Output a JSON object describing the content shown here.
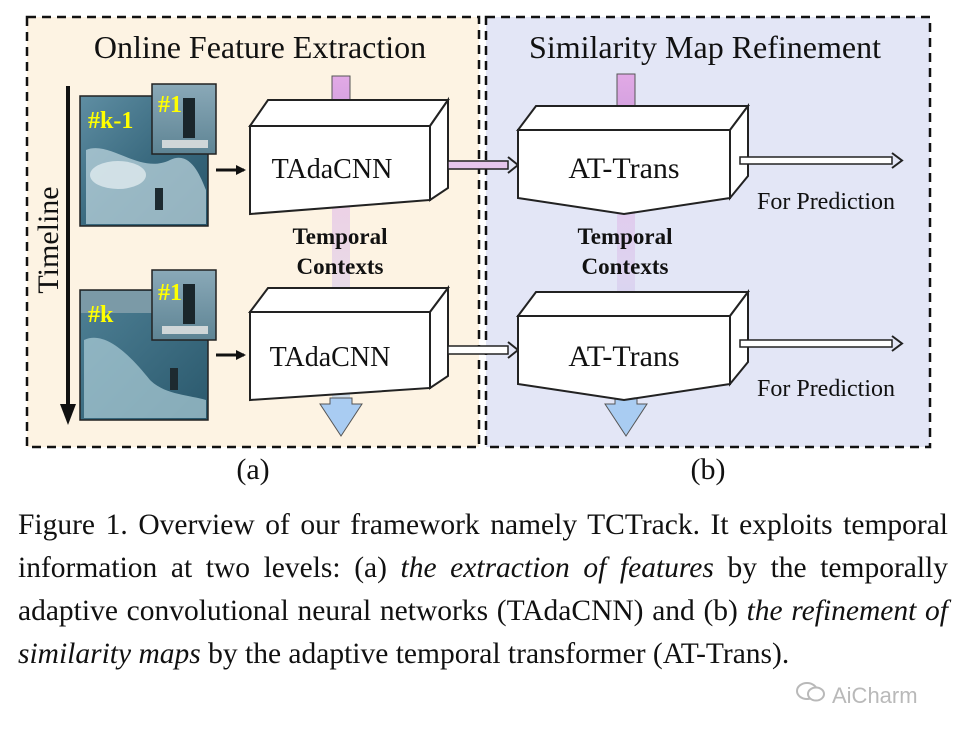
{
  "panel_a": {
    "title": "Online Feature Extraction",
    "timeline_label": "Timeline",
    "frame_top_label": "#k-1",
    "frame_top_template": "#1",
    "frame_bottom_label": "#k",
    "frame_bottom_template": "#1",
    "module_top": "TAdaCNN",
    "module_bottom": "TAdaCNN",
    "context_line1": "Temporal",
    "context_line2": "Contexts",
    "sublabel": "(a)"
  },
  "panel_b": {
    "title": "Similarity Map Refinement",
    "module_top": "AT-Trans",
    "module_bottom": "AT-Trans",
    "context_line1": "Temporal",
    "context_line2": "Contexts",
    "output_top": "For Prediction",
    "output_bottom": "For Prediction",
    "sublabel": "(b)"
  },
  "caption": {
    "lead": "Figure 1.  Overview of our framework namely TCTrack.  It exploits temporal information at two levels:  (a) ",
    "em1": "the extraction of features",
    "mid1": " by the temporally adaptive convolutional neural networks (TAdaCNN) and (b) ",
    "em2": "the refinement of similarity maps",
    "tail": " by the adaptive temporal transformer (AT-Trans)."
  },
  "watermark": {
    "text": "AiCharm"
  },
  "colors": {
    "panel_a_bg": "#fdf3e3",
    "panel_b_bg": "#e3e6f6",
    "context_pink": "#e2a9e6",
    "context_blue": "#a9ccf2",
    "label_yellow": "#ffff00",
    "water": "#3d7187"
  }
}
